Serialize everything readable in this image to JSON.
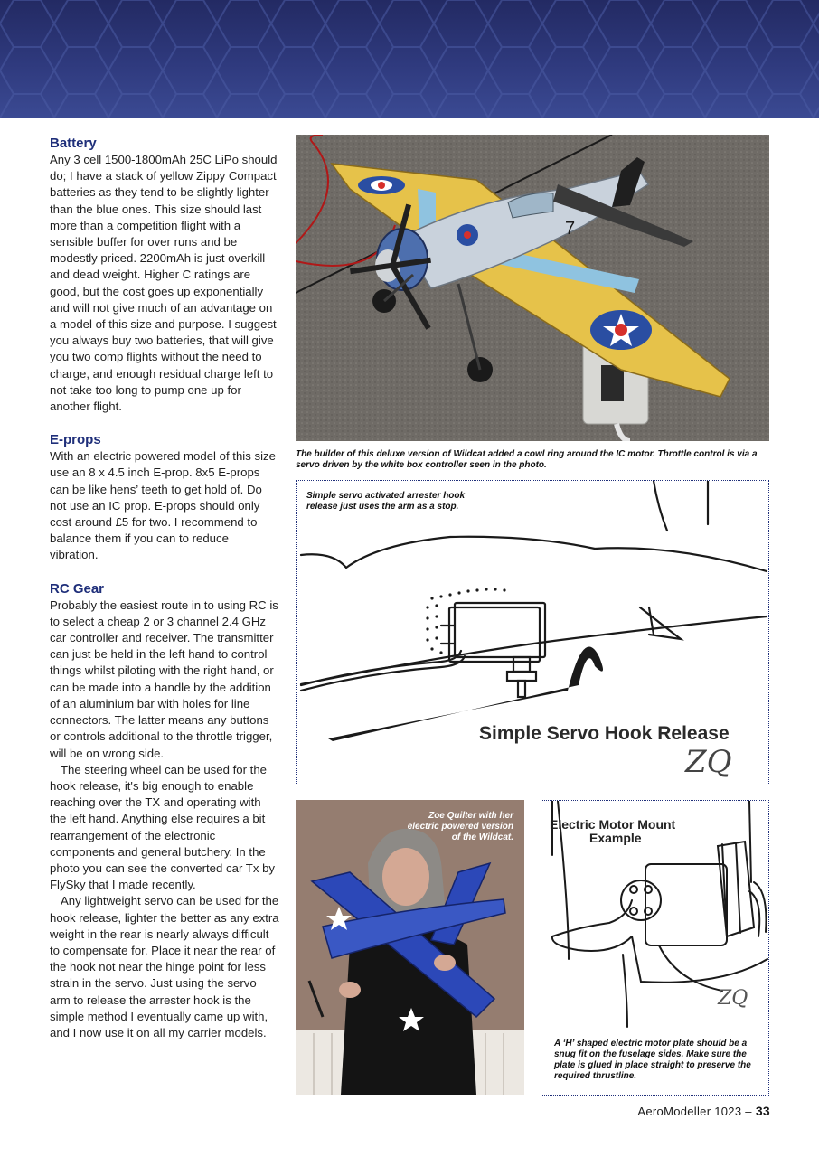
{
  "sections": [
    {
      "heading": "Battery",
      "paragraphs": [
        "Any 3 cell 1500-1800mAh 25C LiPo should do; I have a stack of yellow Zippy Compact batteries as they tend to be slightly lighter than the blue ones. This size should last more than a competition flight with a sensible buffer for over runs and be modestly priced. 2200mAh is just overkill and dead weight. Higher C ratings are good, but the cost goes up exponentially and will not give much of an advantage on a model of this size and purpose. I suggest you always buy two batteries, that will give you two comp flights without the need to charge, and enough residual charge left to not take too long to pump one up for another flight."
      ]
    },
    {
      "heading": "E-props",
      "paragraphs": [
        "With an electric powered model of this size use an 8 x 4.5 inch E-prop. 8x5 E-props can be like hens’ teeth to get hold of. Do not use an IC prop. E-props should only cost around £5 for two. I recommend to balance them if you can to reduce vibration."
      ]
    },
    {
      "heading": "RC Gear",
      "paragraphs": [
        "Probably the easiest route in to using RC is to select a cheap 2 or 3 channel 2.4 GHz car controller and receiver. The transmitter can just be held in the left hand to control things whilst piloting with the right hand, or can be made into a handle by the addition of an aluminium bar with holes for line connectors. The latter means any buttons or controls additional to the throttle trigger, will be on wrong side.",
        "The steering wheel can be used for the hook release, it's big enough to enable reaching over the TX and operating with the left hand. Anything else requires a bit rearrangement of the electronic components and general butchery. In the photo you can see the converted car Tx by FlySky that I made recently.",
        "Any lightweight servo can be used for the hook release, lighter the better as any extra weight in the rear is nearly always difficult to compensate for. Place it near the rear of the hook not near the hinge point for less strain in the servo. Just using the servo arm to release the arrester hook is the simple method I eventually came up with, and I now use it on all my carrier models."
      ]
    }
  ],
  "figures": {
    "wildcat_photo_caption": "The builder of this deluxe version of Wildcat added a cowl ring around the IC motor. Throttle control is via a servo driven by the white box controller seen in the photo.",
    "wildcat_tail_number": "7",
    "hook_caption": "Simple servo activated arrester hook release just uses the arm as a stop.",
    "hook_title": "Simple Servo Hook Release",
    "hook_signature": "ZQ",
    "zoe_caption": "Zoe Quilter with her electric powered version of the Wildcat.",
    "motor_title_line1": "Electric Motor Mount",
    "motor_title_line2": "Example",
    "motor_signature": "ZQ",
    "motor_caption": "A ‘H’ shaped electric motor plate should be a snug fit on the fuselage sides. Make sure the plate is glued in place straight to preserve the required thrustline."
  },
  "footer": {
    "publication": "AeroModeller 1023 –",
    "page_number": "33"
  },
  "colors": {
    "header_band": "#2f3a7e",
    "heading": "#1f2f7a",
    "roundel_blue": "#2a4ea2",
    "roundel_red": "#d6302b",
    "wing_yellow": "#e6c24a",
    "zoe_model_blue": "#2c48b8"
  }
}
